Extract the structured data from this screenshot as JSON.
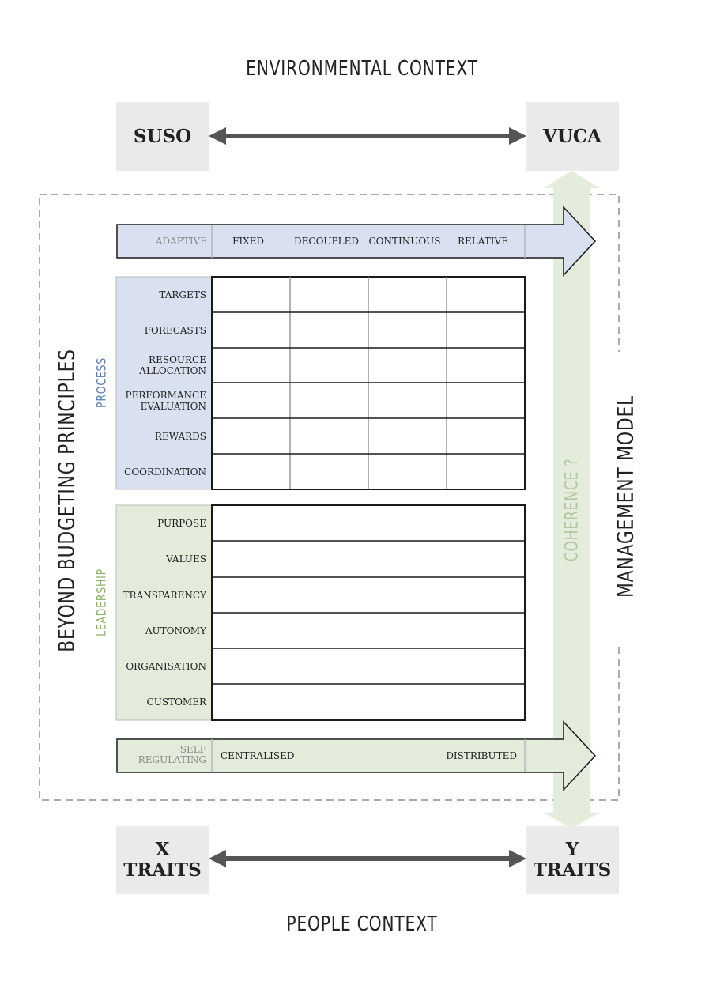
{
  "colors": {
    "process_blue": "#d9e1f0",
    "leadership_green": "#e3ecda",
    "coherence_green": "#e4eddb",
    "context_grey": "#eaeaea",
    "arrow_dark": "#555555",
    "process_label": "#5b7bb5",
    "leadership_label": "#8fb06a"
  },
  "environmental_context": {
    "title": "ENVIRONMENTAL CONTEXT",
    "left": "SUSO",
    "right": "VUCA"
  },
  "people_context": {
    "title": "PEOPLE CONTEXT",
    "left": "X\nTRAITS",
    "right": "Y\nTRAITS"
  },
  "side_titles": {
    "left": "BEYOND BUDGETING PRINCIPLES",
    "right": "MANAGEMENT MODEL",
    "process": "PROCESS",
    "leadership": "LEADERSHIP",
    "coherence": "COHERENCE ?"
  },
  "process_arrow": {
    "label": "ADAPTIVE",
    "columns": [
      "FIXED",
      "DECOUPLED",
      "CONTINUOUS",
      "RELATIVE"
    ]
  },
  "process_rows": [
    "TARGETS",
    "FORECASTS",
    "RESOURCE\nALLOCATION",
    "PERFORMANCE\nEVALUATION",
    "REWARDS",
    "COORDINATION"
  ],
  "leadership_rows": [
    "PURPOSE",
    "VALUES",
    "TRANSPARENCY",
    "AUTONOMY",
    "ORGANISATION",
    "CUSTOMER"
  ],
  "leadership_arrow": {
    "label": "SELF\nREGULATING",
    "left": "CENTRALISED",
    "right": "DISTRIBUTED"
  }
}
